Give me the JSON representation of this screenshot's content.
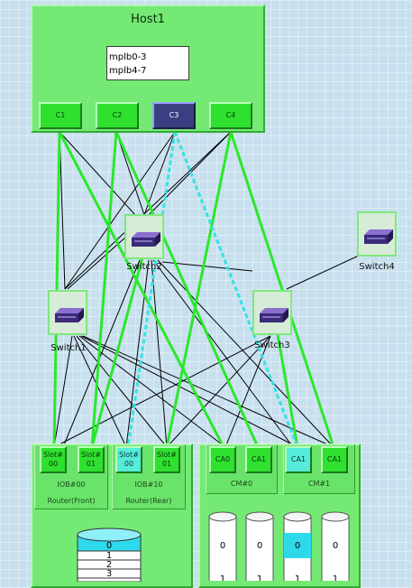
{
  "host": {
    "title": "Host1",
    "luns": [
      "mplb0-3",
      "mplb4-7"
    ],
    "ports": [
      {
        "label": "C1",
        "state": "normal"
      },
      {
        "label": "C2",
        "state": "normal"
      },
      {
        "label": "C3",
        "state": "selected"
      },
      {
        "label": "C4",
        "state": "normal"
      }
    ]
  },
  "switches": [
    "Switch1",
    "Switch2",
    "Switch3",
    "Switch4"
  ],
  "storage_left": {
    "iob": [
      {
        "label": "IOB#00",
        "sublabel": "Router(Front)",
        "slots": [
          {
            "line1": "Slot#",
            "line2": "00",
            "state": "normal"
          },
          {
            "line1": "Slot#",
            "line2": "01",
            "state": "normal"
          }
        ]
      },
      {
        "label": "IOB#10",
        "sublabel": "Router(Rear)",
        "slots": [
          {
            "line1": "Slot#",
            "line2": "00",
            "state": "cyan"
          },
          {
            "line1": "Slot#",
            "line2": "01",
            "state": "normal"
          }
        ]
      }
    ],
    "disk_stack": [
      "0",
      "1",
      "2",
      "3"
    ]
  },
  "storage_right": {
    "cms": [
      {
        "label": "CM#0",
        "ports": [
          {
            "label": "CA0",
            "state": "normal"
          },
          {
            "label": "CA1",
            "state": "normal"
          }
        ]
      },
      {
        "label": "CM#1",
        "ports": [
          {
            "label": "CA1",
            "state": "cyan"
          },
          {
            "label": "CA1",
            "state": "normal"
          }
        ]
      }
    ],
    "disks": [
      {
        "top": "0",
        "bottom": "1",
        "state": "normal"
      },
      {
        "top": "0",
        "bottom": "1",
        "state": "normal"
      },
      {
        "top": "0",
        "bottom": "1",
        "state": "cyan"
      },
      {
        "top": "0",
        "bottom": "1",
        "state": "normal"
      }
    ]
  },
  "colors": {
    "active_path": "#2be82b",
    "selected_path": "#33e4e4",
    "thin_link": "#000000",
    "panel": "#74ea74",
    "selected_port": "#3a3f82"
  }
}
